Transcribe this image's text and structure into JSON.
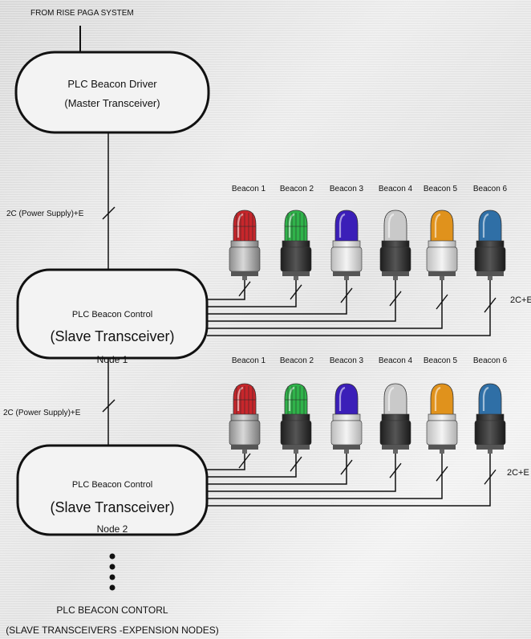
{
  "source_label": "FROM RISE PAGA SYSTEM",
  "driver": {
    "line1": "PLC Beacon Driver",
    "line2": "(Master Transceiver)"
  },
  "link_label_1": "2C (Power Supply)+E",
  "link_label_2": "2C (Power Supply)+E",
  "nodes": [
    {
      "line1": "PLC Beacon Control",
      "line2": "(Slave Transceiver)",
      "line3": "Node 1",
      "cable_label": "2C+E"
    },
    {
      "line1": "PLC Beacon Control",
      "line2": "(Slave Transceiver)",
      "line3": "Node 2",
      "cable_label": "2C+E"
    }
  ],
  "beacons": [
    {
      "label": "Beacon 1",
      "color": "#c8262b",
      "icon": "red-caged-beacon-icon"
    },
    {
      "label": "Beacon 2",
      "color": "#2fb34a",
      "icon": "green-caged-beacon-icon"
    },
    {
      "label": "Beacon 3",
      "color": "#3b1fb8",
      "icon": "blue-dome-beacon-icon"
    },
    {
      "label": "Beacon 4",
      "color": "#c9c9c9",
      "icon": "clear-beacon-icon"
    },
    {
      "label": "Beacon 5",
      "color": "#e0921c",
      "icon": "amber-beacon-icon"
    },
    {
      "label": "Beacon 6",
      "color": "#2f6fa6",
      "icon": "blue-beacon-icon"
    }
  ],
  "footer": {
    "line1": "PLC BEACON CONTORL",
    "line2": "(SLAVE TRANSCEIVERS -EXPENSION  NODES)"
  }
}
